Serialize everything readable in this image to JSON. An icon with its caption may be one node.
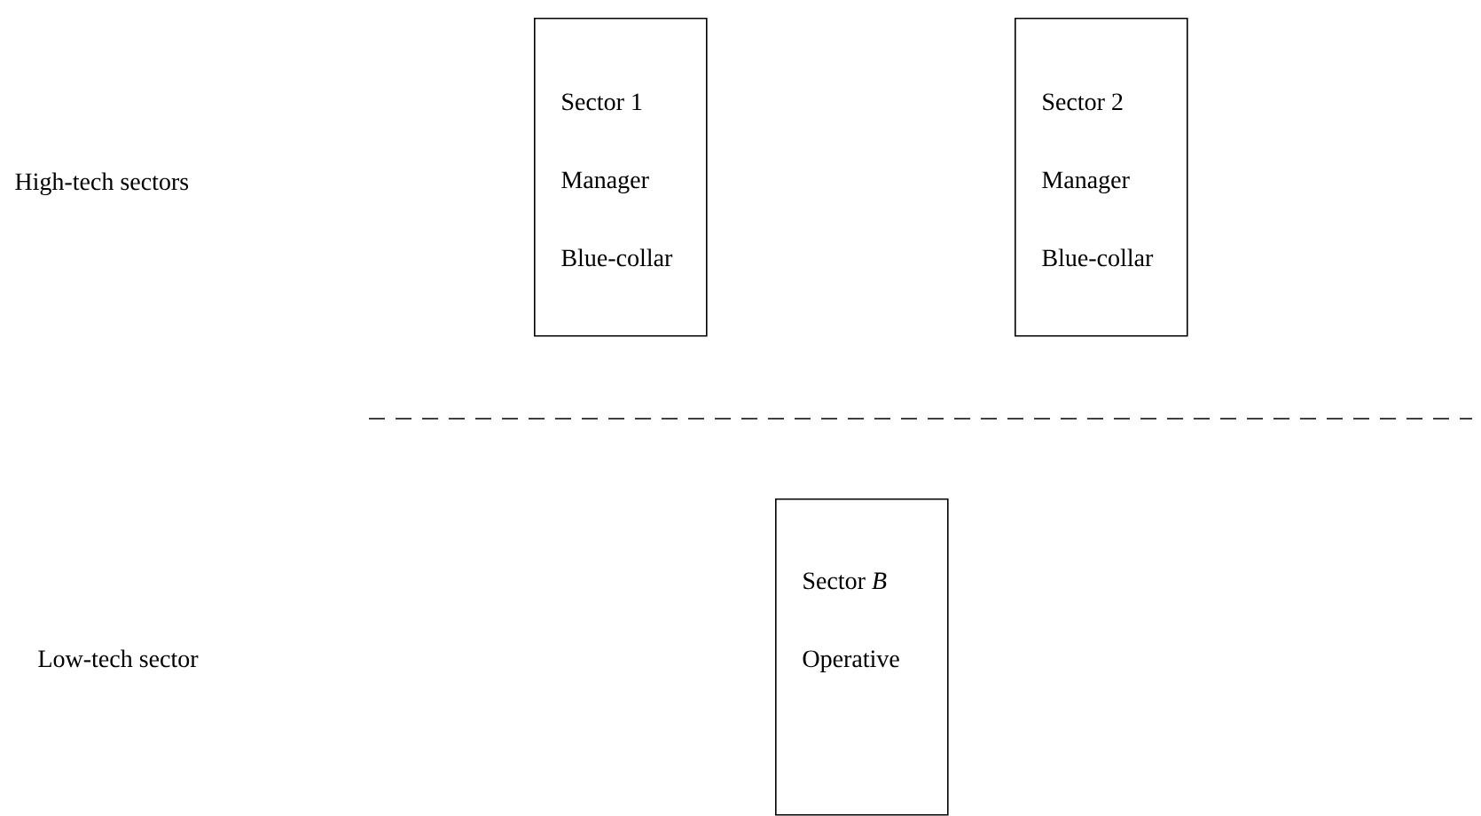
{
  "diagram": {
    "nodes": [
      {
        "text": [
          "Sector 1",
          "Manager",
          "Blue-collar"
        ]
      },
      {
        "text": [
          "Sector 2",
          "Manager",
          "Blue-collar"
        ]
      },
      {
        "text": [
          "Sector *B*",
          "Operative"
        ]
      }
    ],
    "labels": [
      "High-tech sectors",
      "Low-tech sector"
    ]
  }
}
